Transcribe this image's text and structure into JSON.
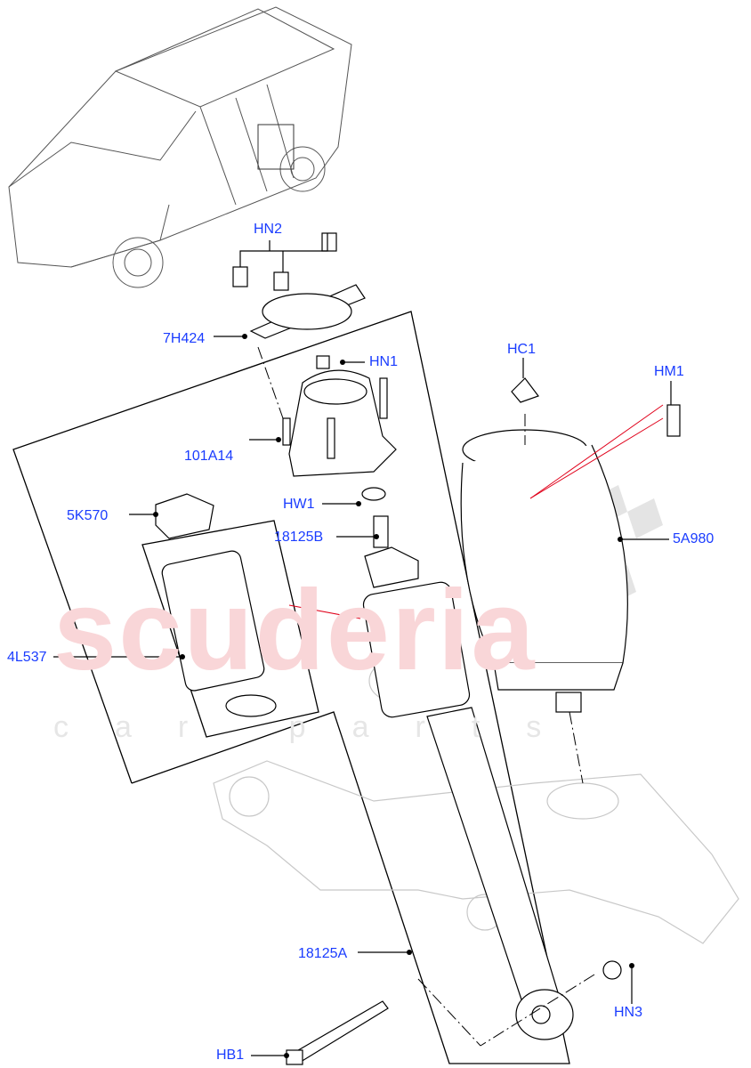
{
  "watermark": {
    "brand": "scuderia",
    "sub": "car parts"
  },
  "colors": {
    "label": "#1a3cff",
    "line": "#000000",
    "watermark": "#f9d6d8",
    "ghost": "#cccccc",
    "highlight": "#e0001a"
  },
  "labels": {
    "hn2": "HN2",
    "h7h424": "7H424",
    "hn1": "HN1",
    "a101a14": "101A14",
    "hw1": "HW1",
    "b18125b": "18125B",
    "k5k570": "5K570",
    "l4l537": "4L537",
    "hc1": "HC1",
    "hm1": "HM1",
    "a5a980": "5A980",
    "a18125a": "18125A",
    "hn3": "HN3",
    "hb1": "HB1"
  }
}
